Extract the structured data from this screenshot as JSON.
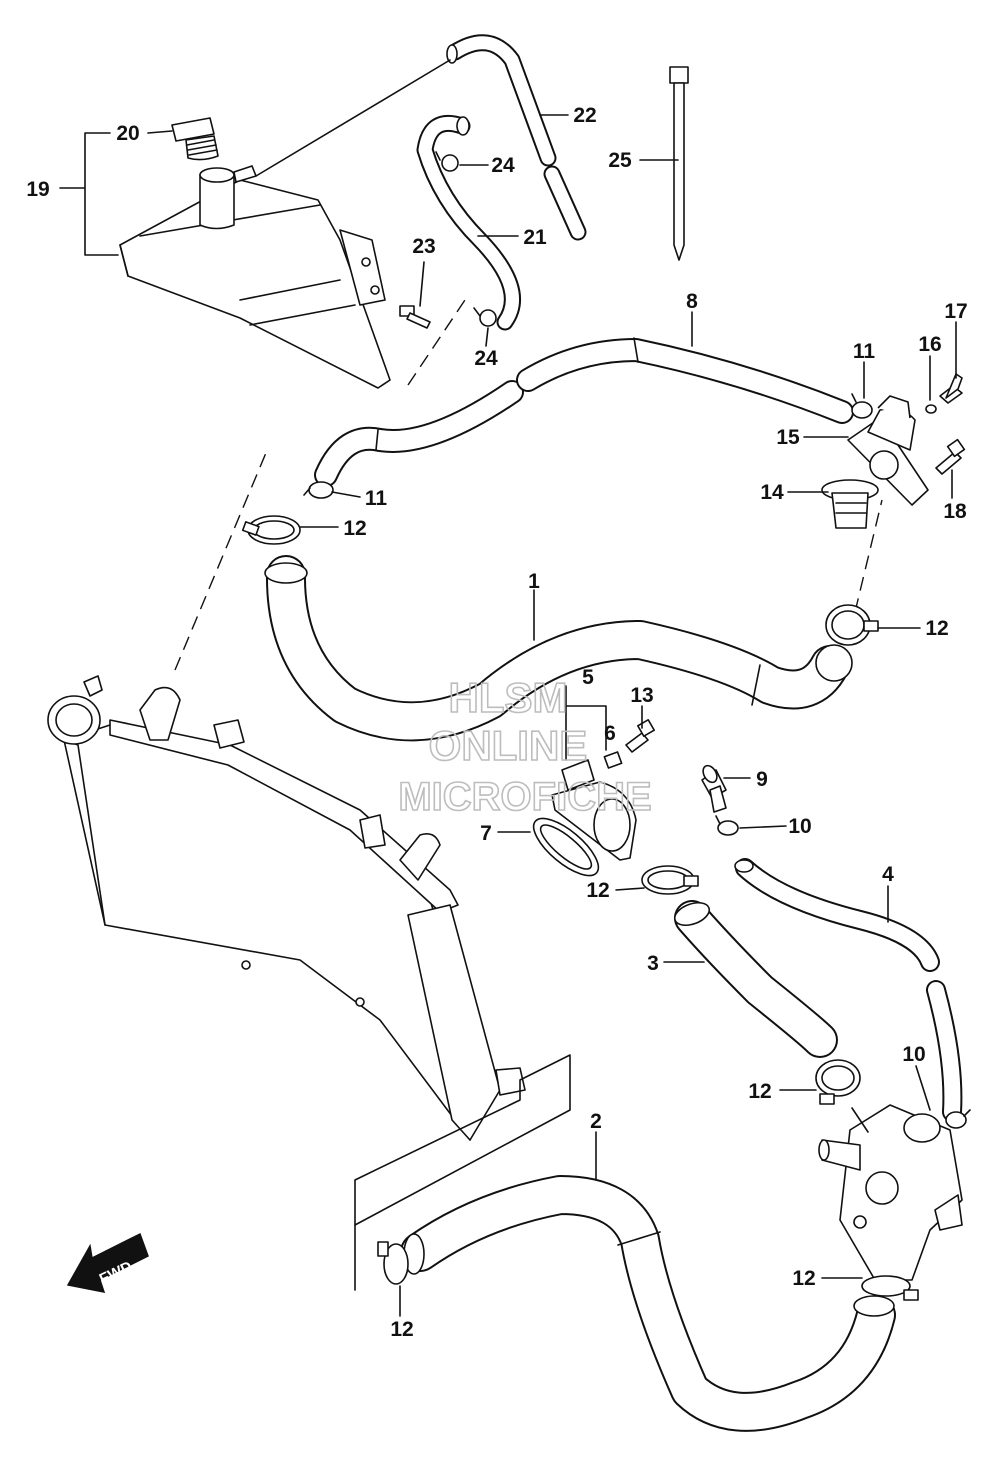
{
  "watermark": {
    "line1": "HLSM",
    "line2": "ONLINE",
    "line3": "MICROFICHE"
  },
  "fwd_label": "FWD",
  "callouts": [
    {
      "id": "c20",
      "text": "20"
    },
    {
      "id": "c19",
      "text": "19"
    },
    {
      "id": "c22",
      "text": "22"
    },
    {
      "id": "c24a",
      "text": "24"
    },
    {
      "id": "c25",
      "text": "25"
    },
    {
      "id": "c21",
      "text": "21"
    },
    {
      "id": "c23",
      "text": "23"
    },
    {
      "id": "c24b",
      "text": "24"
    },
    {
      "id": "c8",
      "text": "8"
    },
    {
      "id": "c17",
      "text": "17"
    },
    {
      "id": "c11a",
      "text": "11"
    },
    {
      "id": "c16",
      "text": "16"
    },
    {
      "id": "c15",
      "text": "15"
    },
    {
      "id": "c11b",
      "text": "11"
    },
    {
      "id": "c14",
      "text": "14"
    },
    {
      "id": "c18",
      "text": "18"
    },
    {
      "id": "c12a",
      "text": "12"
    },
    {
      "id": "c1",
      "text": "1"
    },
    {
      "id": "c12b",
      "text": "12"
    },
    {
      "id": "c5",
      "text": "5"
    },
    {
      "id": "c13",
      "text": "13"
    },
    {
      "id": "c6",
      "text": "6"
    },
    {
      "id": "c9",
      "text": "9"
    },
    {
      "id": "c7",
      "text": "7"
    },
    {
      "id": "c10a",
      "text": "10"
    },
    {
      "id": "c12c",
      "text": "12"
    },
    {
      "id": "c4",
      "text": "4"
    },
    {
      "id": "c3",
      "text": "3"
    },
    {
      "id": "c10b",
      "text": "10"
    },
    {
      "id": "c12d",
      "text": "12"
    },
    {
      "id": "c2",
      "text": "2"
    },
    {
      "id": "c12e",
      "text": "12"
    },
    {
      "id": "c12f",
      "text": "12"
    }
  ]
}
